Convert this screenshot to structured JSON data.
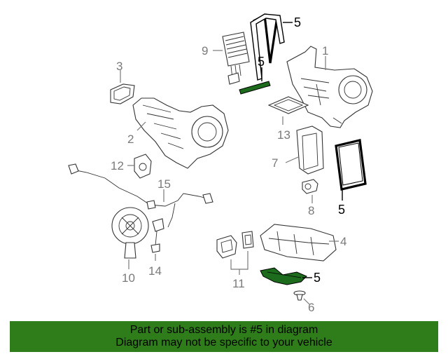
{
  "callouts": {
    "c1": "1",
    "c2": "2",
    "c3": "3",
    "c4": "4",
    "c5a": "5",
    "c5b": "5",
    "c5c": "5",
    "c5d": "5",
    "c6": "6",
    "c7": "7",
    "c8": "8",
    "c9": "9",
    "c10": "10",
    "c11": "11",
    "c12": "12",
    "c13": "13",
    "c14": "14",
    "c15": "15"
  },
  "banner": {
    "line1": "Part or sub-assembly is #5 in diagram",
    "line2": "Diagram may not be specific to your vehicle"
  },
  "colors": {
    "banner_bg": "#2e7d1a",
    "highlight": "#1d6b1d",
    "callout_gray": "#7a7a7a"
  }
}
